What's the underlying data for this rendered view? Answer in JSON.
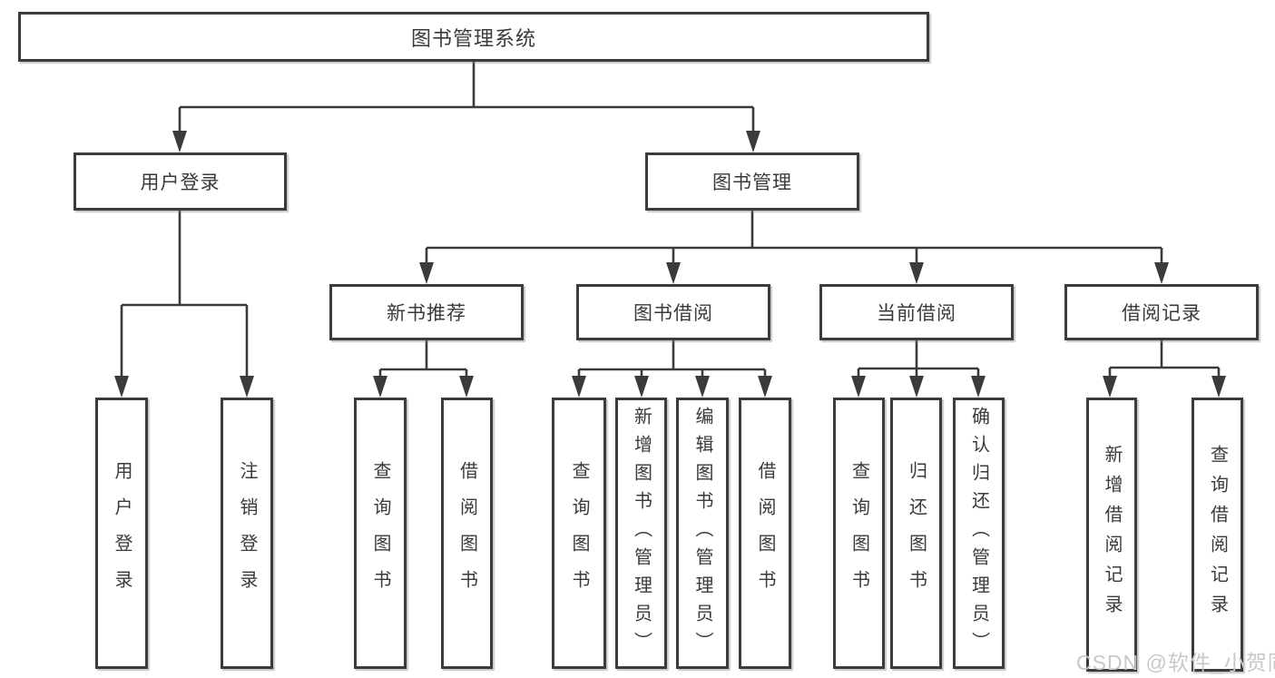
{
  "diagram": {
    "title": "图书管理系统",
    "level2": [
      {
        "label": "用户登录"
      },
      {
        "label": "图书管理"
      }
    ],
    "level3": [
      {
        "label": "新书推荐"
      },
      {
        "label": "图书借阅"
      },
      {
        "label": "当前借阅"
      },
      {
        "label": "借阅记录"
      }
    ],
    "leaves": {
      "user_login": [
        {
          "label": "用户登录"
        },
        {
          "label": "注销登录"
        }
      ],
      "new_book": [
        {
          "label": "查询图书"
        },
        {
          "label": "借阅图书"
        }
      ],
      "book_borrow": [
        {
          "label": "查询图书"
        },
        {
          "label": "新增图书（管理员）"
        },
        {
          "label": "编辑图书（管理员）"
        },
        {
          "label": "借阅图书"
        }
      ],
      "current_borrow": [
        {
          "label": "查询图书"
        },
        {
          "label": "归还图书"
        },
        {
          "label": "确认归还（管理员）"
        }
      ],
      "records": [
        {
          "label": "新增借阅记录"
        },
        {
          "label": "查询借阅记录"
        }
      ]
    },
    "watermark": "CSDN @软件_小贺同学",
    "colors": {
      "line": "#3b3b3b",
      "box_border": "#3b3b3b",
      "box_fill": "#ffffff",
      "text": "#3a3a3a",
      "watermark": "#c8c8c8",
      "background": "#ffffff"
    }
  }
}
